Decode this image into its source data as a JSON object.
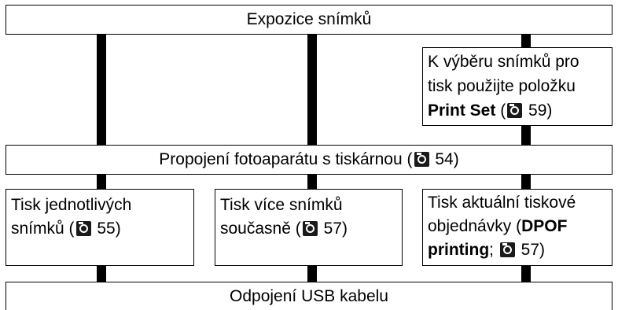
{
  "nodes": {
    "top": {
      "label": "Expozice snímků"
    },
    "print_set": {
      "line1": "K výběru snímků pro",
      "line2": "tisk použijte položku",
      "bold": "Print Set",
      "ref_open": " (",
      "page": "59",
      "ref_close": ")"
    },
    "connect": {
      "label_pre": "Propojení fotoaparátu s tiskárnou (",
      "page": "54",
      "label_post": ")"
    },
    "single": {
      "line1": "Tisk jednotlivých",
      "line2_pre": "snímků (",
      "page": "55",
      "line2_post": ")"
    },
    "multi": {
      "line1": "Tisk více snímků",
      "line2_pre": "současně (",
      "page": "57",
      "line2_post": ")"
    },
    "dpof": {
      "line1": "Tisk aktuální tiskové",
      "line2_pre": "objednávky (",
      "bold1": "DPOF",
      "bold2": "printing",
      "line3_mid": "; ",
      "page": "57",
      "line3_post": ")"
    },
    "bottom": {
      "label": "Odpojení USB kabelu"
    }
  },
  "icons": {
    "reference": "camera-reference-icon"
  }
}
